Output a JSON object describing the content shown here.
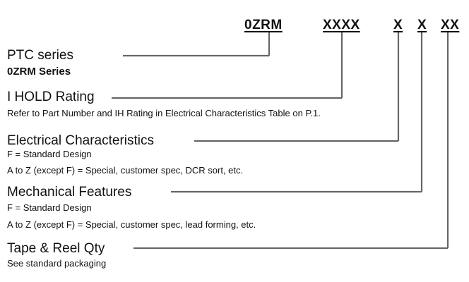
{
  "part_number": {
    "prefix": "0ZRM",
    "ihold": "XXXX",
    "electrical": "X",
    "mechanical": "X",
    "tape_reel": "XX"
  },
  "sections": {
    "ptc": {
      "title": "PTC series",
      "subtitle": "0ZRM Series"
    },
    "ihold": {
      "title": "I HOLD Rating",
      "note": "Refer to Part Number and IH Rating in Electrical Characteristics Table on P.1."
    },
    "electrical": {
      "title": "Electrical Characteristics",
      "line1": "F = Standard Design",
      "line2": "A to Z (except F) = Special, customer spec, DCR sort, etc."
    },
    "mechanical": {
      "title": "Mechanical Features",
      "line1": "F = Standard Design",
      "line2": "A to Z (except F) = Special, customer spec, lead forming, etc."
    },
    "tape_reel": {
      "title": "Tape & Reel Qty",
      "note": "See standard packaging"
    }
  },
  "colors": {
    "leader_line": "#666666",
    "text": "#111111"
  }
}
